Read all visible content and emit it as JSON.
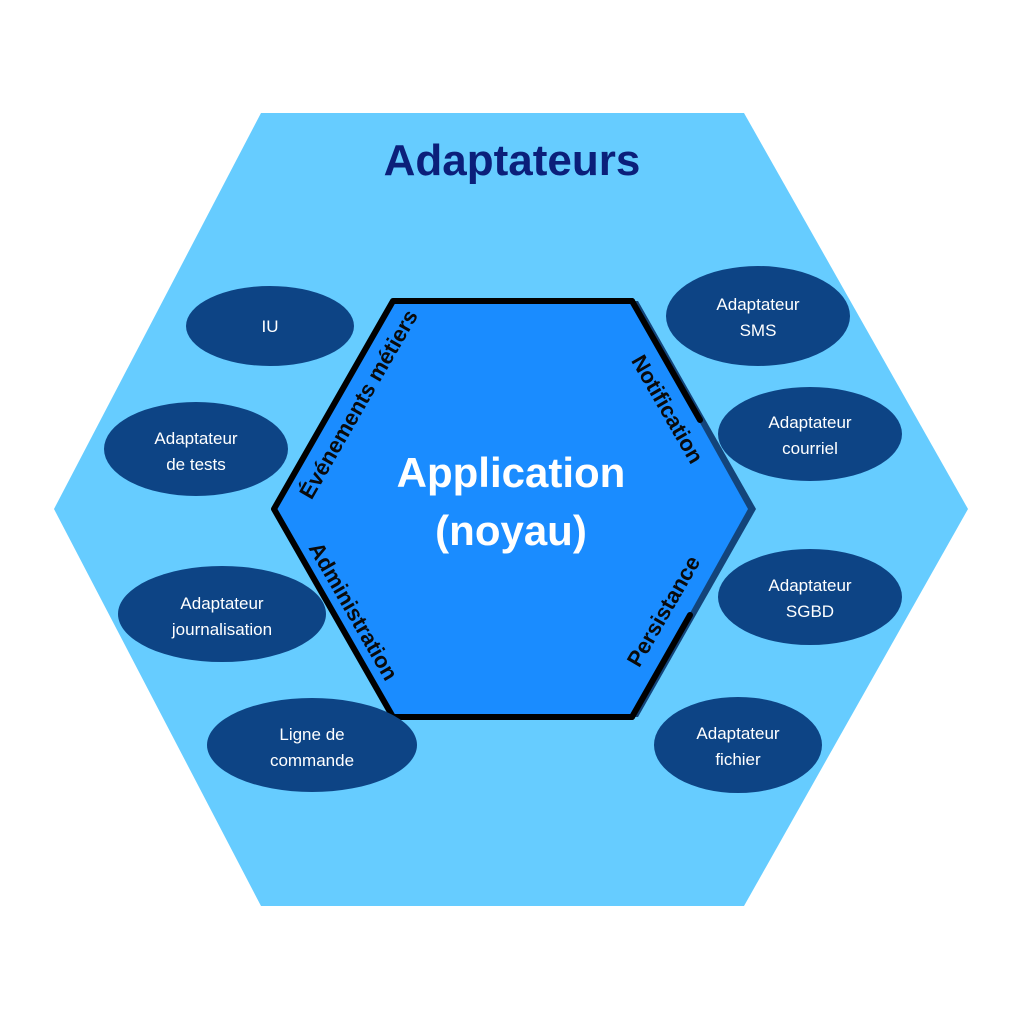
{
  "colors": {
    "background": "#ffffff",
    "outer_fill": "#66ccff",
    "core_fill": "#1a8cff",
    "core_shadow": "#13447a",
    "core_stroke": "#000000",
    "adapter_fill": "#0d4485",
    "outer_title": "#0b1f7a",
    "core_text": "#ffffff",
    "port_text": "#0a0a0a",
    "adapter_text": "#ffffff"
  },
  "outer": {
    "title": "Adaptateurs"
  },
  "core": {
    "line1": "Application",
    "line2": "(noyau)"
  },
  "ports": {
    "top_left": "Événements métiers",
    "bottom_left": "Administration",
    "top_right": "Notification",
    "bottom_right": "Persistance"
  },
  "adapters": {
    "ui": {
      "lines": [
        "IU"
      ]
    },
    "tests": {
      "lines": [
        "Adaptateur",
        "de tests"
      ]
    },
    "logging": {
      "lines": [
        "Adaptateur",
        "journalisation"
      ]
    },
    "cli": {
      "lines": [
        "Ligne de",
        "commande"
      ]
    },
    "sms": {
      "lines": [
        "Adaptateur",
        "SMS"
      ]
    },
    "email": {
      "lines": [
        "Adaptateur",
        "courriel"
      ]
    },
    "dbms": {
      "lines": [
        "Adaptateur",
        "SGBD"
      ]
    },
    "file": {
      "lines": [
        "Adaptateur",
        "fichier"
      ]
    }
  }
}
